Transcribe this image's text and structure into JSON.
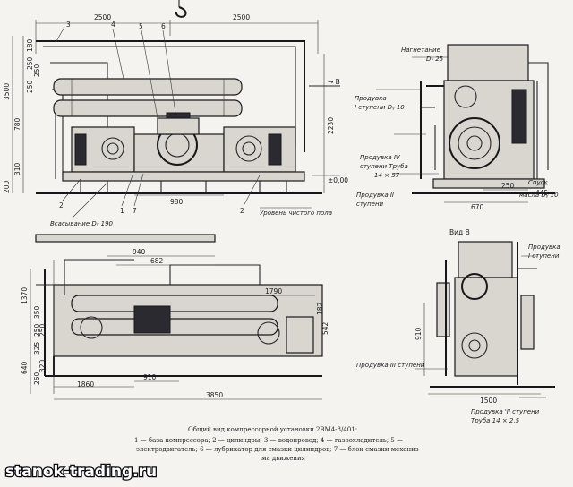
{
  "top_view": {
    "dims": [
      "2500",
      "2500",
      "3500",
      "780",
      "250",
      "250",
      "250",
      "180",
      "310",
      "200",
      "980",
      "2230",
      "±0,00"
    ],
    "callouts": [
      "3",
      "4",
      "5",
      "6",
      "2",
      "1",
      "7",
      "2"
    ],
    "arrow_b": "→ В",
    "labels": {
      "suction": "Всасывание Dᵧ 190",
      "floor_level": "Уровень чистого пола"
    }
  },
  "side_view": {
    "dims": [
      "250",
      "445",
      "670"
    ],
    "labels": {
      "discharge": "Нагнетание",
      "discharge_size": "Dᵧ 25",
      "purge_1": "Продувка",
      "purge_1b": "I ступени Dᵧ 10",
      "purge_4": "Продувка IV",
      "purge_4b": "ступени Труба",
      "purge_4c": "14 × 57",
      "purge_2": "Продувка II",
      "purge_2b": "ступени",
      "drain": "Спуск",
      "drain_b": "масла Dᵧ 10"
    }
  },
  "plan_view": {
    "dims": [
      "940",
      "682",
      "1790",
      "1370",
      "640",
      "350",
      "250",
      "250",
      "325",
      "320",
      "260",
      "910",
      "1860",
      "3850",
      "182",
      "542"
    ],
    "label": "Продувка III ступени"
  },
  "view_b": {
    "title": "Вид В",
    "dims": [
      "910",
      "1500"
    ],
    "labels": {
      "purge_1": "Продувка",
      "purge_1b": "I ступени",
      "purge_2": "Продувка 'II ступени",
      "purge_2b": "Труба 14 × 2,5"
    }
  },
  "caption": {
    "title": "Общий вид компрессорной установки 2ВМ4-8/401:",
    "line1": "1 — база компрессора; 2 — цилиндры; 3 — водопровод; 4 — газоохладитель; 5 —",
    "line2": "электродвигатель; 6 — лубрикатор для смазки цилиндров; 7 — блок смазки механиз-",
    "line3": "ма движения"
  },
  "watermark": "stanok-trading.ru",
  "colors": {
    "ink": "#1d1d22",
    "paper": "#f4f3ef",
    "watermark_fill": "#ffffff",
    "watermark_stroke": "#0b0b10"
  }
}
